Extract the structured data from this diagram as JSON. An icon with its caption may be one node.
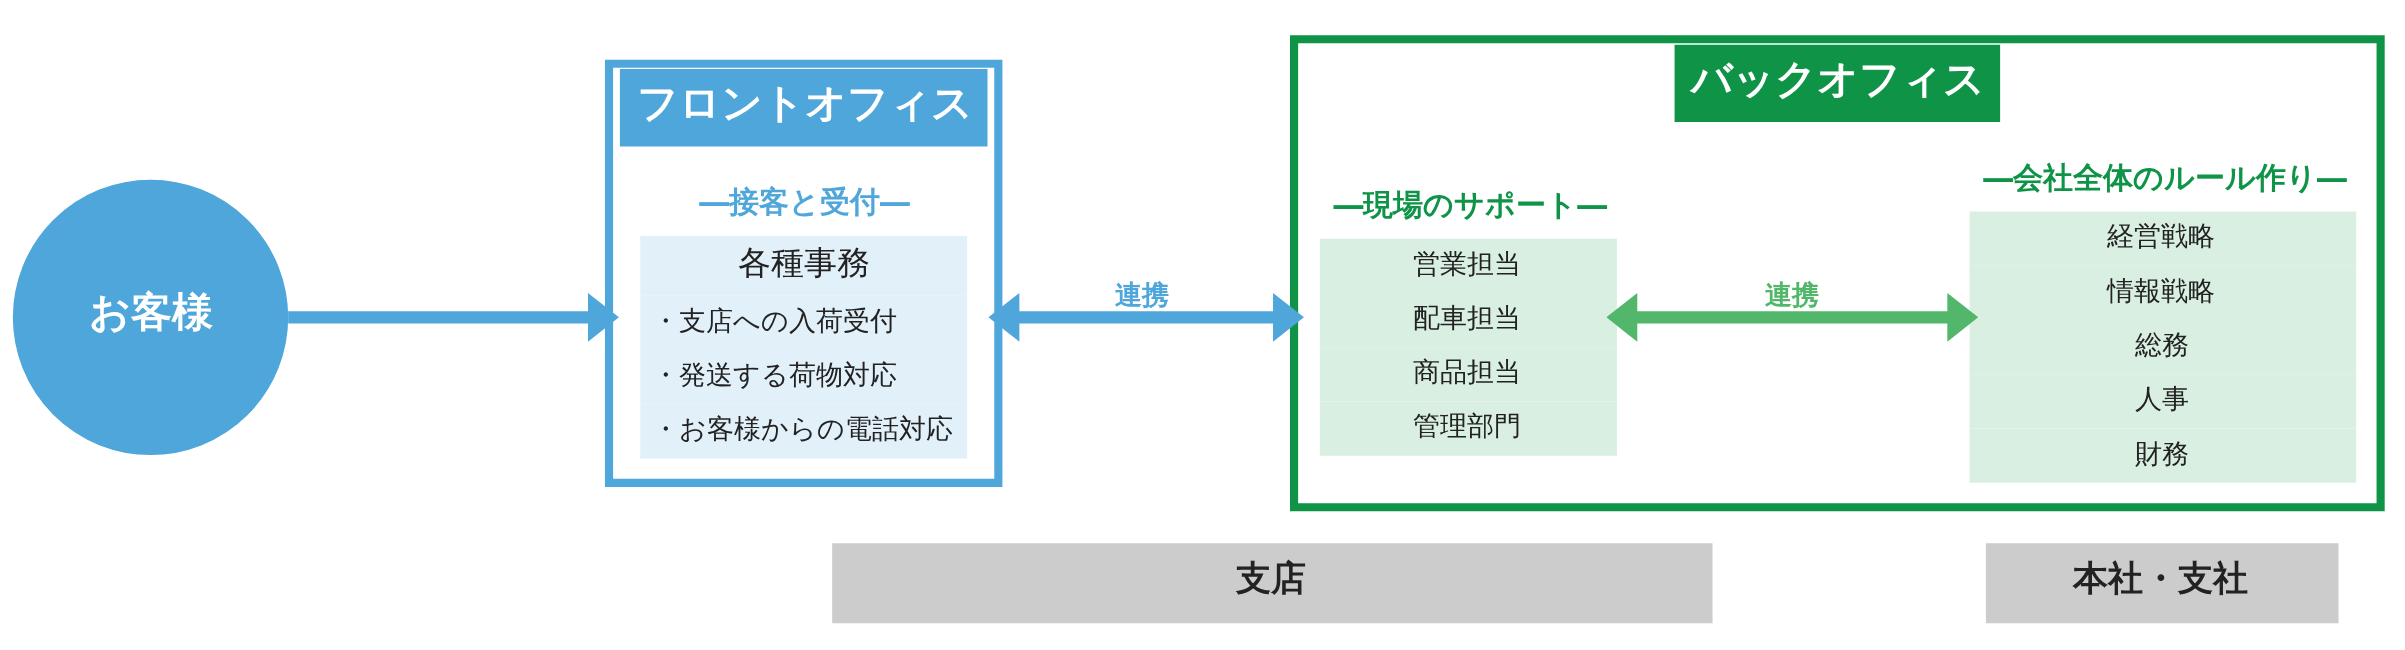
{
  "diagram": {
    "nodes": [
      {
        "text": [
          "お客様"
        ]
      },
      {
        "text": [
          "フロントオフィス"
        ]
      },
      {
        "text": [
          "―接客と受付―",
          "各種事務",
          "・支店への入荷受付",
          "・発送する荷物対応",
          "・お客様からの電話対応"
        ],
        "in": 1
      },
      {
        "text": [
          "バックオフィス"
        ]
      },
      {
        "text": [
          "―現場のサポート―",
          "営業担当",
          "配車担当",
          "商品担当",
          "管理部門"
        ],
        "in": 3
      },
      {
        "text": [
          "―会社全体のルール作り―",
          "経営戦略",
          "情報戦略",
          "総務",
          "人事",
          "財務"
        ],
        "in": 3
      },
      {
        "text": [
          "支店"
        ]
      },
      {
        "text": [
          "本社・支社"
        ]
      }
    ],
    "edges": [
      {
        "from": 0,
        "to": 1,
        "arrow": "to"
      },
      {
        "from": 1,
        "to": 3,
        "arrow": "both",
        "label": "連携"
      },
      {
        "from": 4,
        "to": 5,
        "arrow": "both",
        "label": "連携",
        "color": "#52b76b"
      }
    ]
  }
}
